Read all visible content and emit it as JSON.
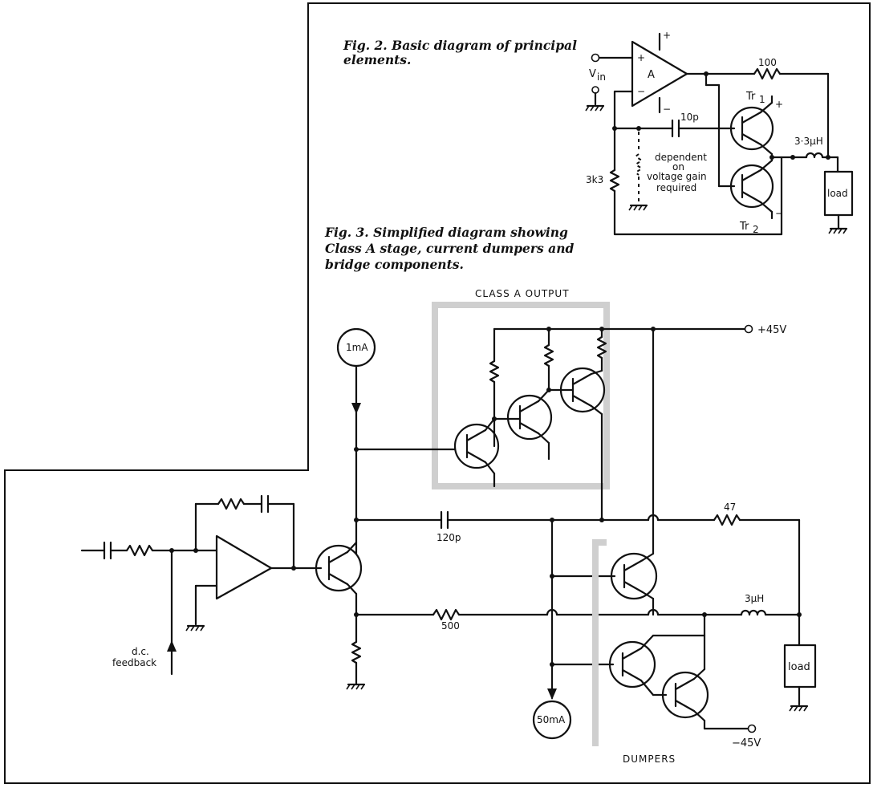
{
  "fig2": {
    "caption_line1": "Fig. 2. Basic diagram of principal",
    "caption_line2": "elements.",
    "vin_label": "V",
    "vin_sub": "in",
    "amp_label": "A",
    "plus": "+",
    "minus": "−",
    "r100": "100",
    "tr1": "Tr",
    "tr1_sub": "1",
    "tr2": "Tr",
    "tr2_sub": "2",
    "cap10p": "10p",
    "inductor": "3·3µH",
    "r3k3": "3k3",
    "dependent_1": "dependent",
    "dependent_2": "on",
    "dependent_3": "voltage gain",
    "dependent_4": "required",
    "load": "load"
  },
  "fig3": {
    "caption_line1": "Fig. 3. Simplified diagram showing",
    "caption_line2": "Class A stage, current dumpers and",
    "caption_line3": "bridge components.",
    "class_a": "CLASS A OUTPUT",
    "plus45": "+45V",
    "minus45": "−45V",
    "src_1ma": "1mA",
    "src_50ma": "50mA",
    "cap120p": "120p",
    "r47": "47",
    "r500": "500",
    "inductor": "3µH",
    "load": "load",
    "dc_1": "d.c.",
    "dc_2": "feedback",
    "dumpers": "DUMPERS"
  }
}
